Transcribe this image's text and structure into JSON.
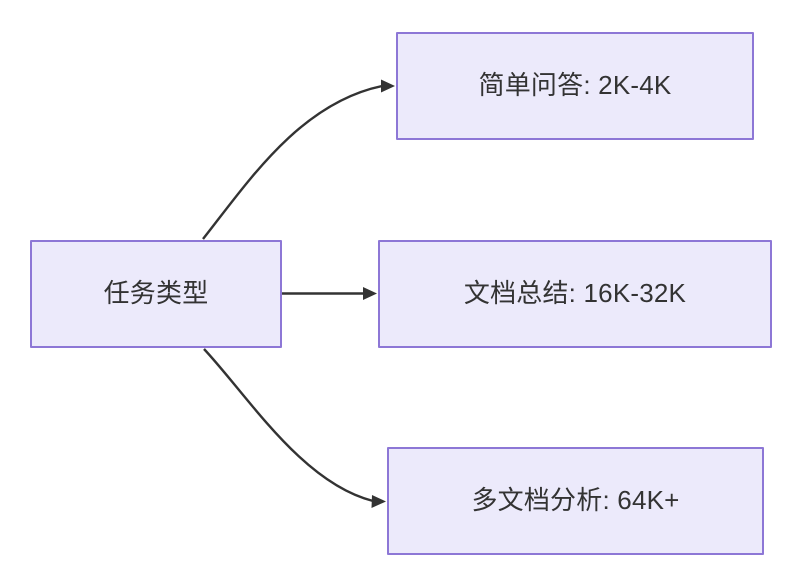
{
  "diagram": {
    "type": "flowchart",
    "direction": "left-to-right",
    "background_color": "#ffffff",
    "node_fill_color": "#ECEAFB",
    "node_border_color": "#8D77D6",
    "node_text_color": "#333333",
    "edge_color": "#333333",
    "nodes": [
      {
        "id": "root",
        "label": "任务类型",
        "role": "source"
      },
      {
        "id": "simple-qa",
        "label": "简单问答: 2K-4K",
        "role": "target"
      },
      {
        "id": "doc-summary",
        "label": "文档总结: 16K-32K",
        "role": "target"
      },
      {
        "id": "multi-doc",
        "label": "多文档分析: 64K+",
        "role": "target"
      }
    ],
    "edges": [
      {
        "id": "edge-root-simple-qa",
        "from": "root",
        "to": "simple-qa",
        "style": "curved",
        "arrow": "arrow-head-icon"
      },
      {
        "id": "edge-root-doc-summary",
        "from": "root",
        "to": "doc-summary",
        "style": "straight",
        "arrow": "arrow-head-icon"
      },
      {
        "id": "edge-root-multi-doc",
        "from": "root",
        "to": "multi-doc",
        "style": "curved",
        "arrow": "arrow-head-icon"
      }
    ]
  }
}
